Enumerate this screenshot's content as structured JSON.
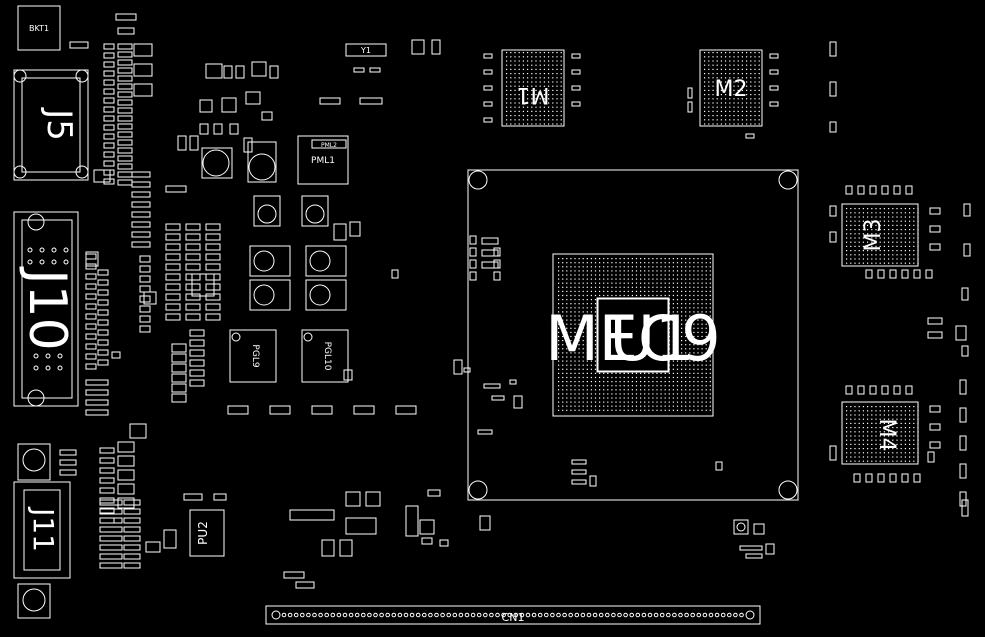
{
  "colors": {
    "background": "#000000",
    "silkscreen": "#ffffff"
  },
  "labels": {
    "bkt1": "BKT1",
    "y1": "Y1",
    "j5": "J5",
    "j10": "J10",
    "j11": "J11",
    "m1": "M1",
    "m2": "M2",
    "m3": "M3",
    "m4": "M4",
    "pml1": "PML1",
    "pml2": "PML2",
    "pgl9": "PGL9",
    "pgl10": "PGL10",
    "pu2": "PU2",
    "cn1": "CN1",
    "main_a": "MEC9",
    "main_b": "U1"
  }
}
